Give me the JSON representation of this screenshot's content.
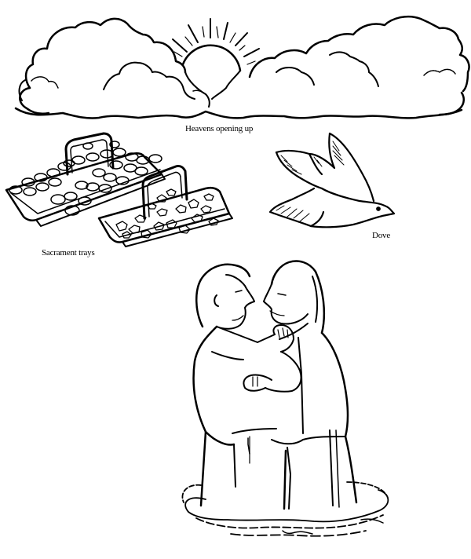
{
  "page": {
    "type": "coloring page",
    "background_color": "#ffffff",
    "line_color": "#000000"
  },
  "labels": {
    "heavens": "Heavens opening up",
    "trays": "Sacrament trays",
    "dove": "Dove"
  },
  "illustrations": [
    {
      "name": "heavens",
      "description": "clouds with rising sun"
    },
    {
      "name": "sacrament-trays",
      "description": "two trays with handles: cups and bread"
    },
    {
      "name": "dove",
      "description": "flying dove"
    },
    {
      "name": "baptism",
      "description": "two men standing in water"
    }
  ]
}
